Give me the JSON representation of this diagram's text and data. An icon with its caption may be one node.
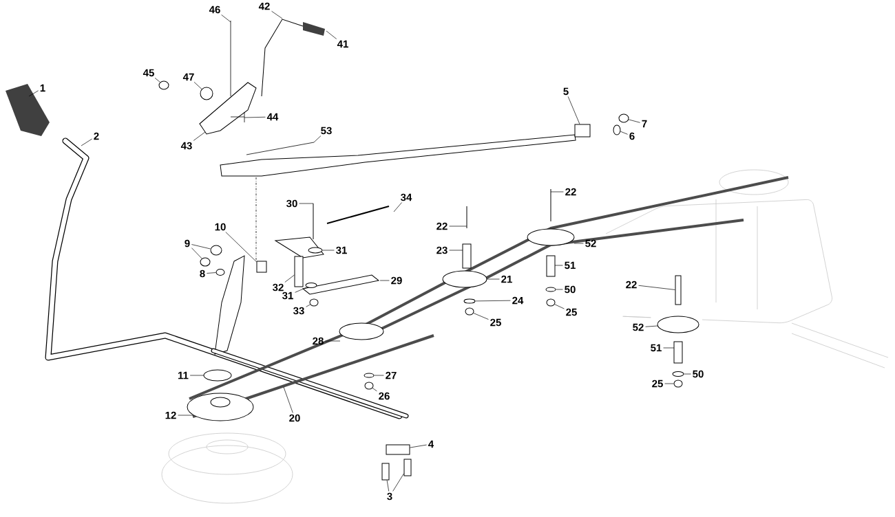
{
  "diagram": {
    "nodes": [
      {
        "text": [
          "1"
        ]
      },
      {
        "text": [
          "2"
        ]
      },
      {
        "text": [
          "46"
        ]
      },
      {
        "text": [
          "42"
        ]
      },
      {
        "text": [
          "41"
        ]
      },
      {
        "text": [
          "45"
        ]
      },
      {
        "text": [
          "47"
        ]
      },
      {
        "text": [
          "44"
        ]
      },
      {
        "text": [
          "43"
        ]
      },
      {
        "text": [
          "53"
        ]
      },
      {
        "text": [
          "5"
        ]
      },
      {
        "text": [
          "7"
        ]
      },
      {
        "text": [
          "6"
        ]
      },
      {
        "text": [
          "30"
        ]
      },
      {
        "text": [
          "34"
        ]
      },
      {
        "text": [
          "22"
        ]
      },
      {
        "text": [
          "22"
        ]
      },
      {
        "text": [
          "10"
        ]
      },
      {
        "text": [
          "9"
        ]
      },
      {
        "text": [
          "31"
        ]
      },
      {
        "text": [
          "23"
        ]
      },
      {
        "text": [
          "52"
        ]
      },
      {
        "text": [
          "51"
        ]
      },
      {
        "text": [
          "8"
        ]
      },
      {
        "text": [
          "29"
        ]
      },
      {
        "text": [
          "21"
        ]
      },
      {
        "text": [
          "32"
        ]
      },
      {
        "text": [
          "50"
        ]
      },
      {
        "text": [
          "31"
        ]
      },
      {
        "text": [
          "24"
        ]
      },
      {
        "text": [
          "22"
        ]
      },
      {
        "text": [
          "33"
        ]
      },
      {
        "text": [
          "25"
        ]
      },
      {
        "text": [
          "25"
        ]
      },
      {
        "text": [
          "28"
        ]
      },
      {
        "text": [
          "52"
        ]
      },
      {
        "text": [
          "11"
        ]
      },
      {
        "text": [
          "51"
        ]
      },
      {
        "text": [
          "27"
        ]
      },
      {
        "text": [
          "50"
        ]
      },
      {
        "text": [
          "26"
        ]
      },
      {
        "text": [
          "25"
        ]
      },
      {
        "text": [
          "12"
        ]
      },
      {
        "text": [
          "20"
        ]
      },
      {
        "text": [
          "4"
        ]
      },
      {
        "text": [
          "3"
        ]
      },
      {
        "text": [],
        "shape": "circle"
      },
      {
        "text": [],
        "shape": "circle"
      },
      {
        "text": [],
        "shape": "circle"
      },
      {
        "text": [],
        "shape": "box"
      },
      {
        "text": [],
        "shape": "circle"
      },
      {
        "text": [],
        "shape": "circle"
      },
      {
        "text": [],
        "shape": "circle"
      },
      {
        "text": [],
        "shape": "box"
      },
      {
        "text": [],
        "shape": "circle"
      },
      {
        "text": [],
        "shape": "circle"
      },
      {
        "text": [],
        "shape": "box"
      },
      {
        "text": [],
        "shape": "circle"
      },
      {
        "text": [],
        "shape": "box"
      },
      {
        "text": [],
        "shape": "circle"
      },
      {
        "text": [],
        "shape": "circle"
      },
      {
        "text": [],
        "shape": "circle"
      },
      {
        "text": [],
        "shape": "circle"
      },
      {
        "text": [],
        "shape": "circle"
      },
      {
        "text": [],
        "shape": "circle"
      },
      {
        "text": [],
        "shape": "circle"
      },
      {
        "text": [],
        "shape": "circle"
      },
      {
        "text": [],
        "shape": "circle"
      },
      {
        "text": [],
        "shape": "box"
      },
      {
        "text": [],
        "shape": "box"
      },
      {
        "text": [],
        "shape": "box"
      }
    ],
    "edges": [
      {
        "from": 0,
        "to": null,
        "arrow": "none"
      },
      {
        "from": 1,
        "to": null,
        "arrow": "none"
      },
      {
        "from": 2,
        "to": null,
        "arrow": "none"
      },
      {
        "from": 3,
        "to": null,
        "arrow": "none"
      },
      {
        "from": 4,
        "to": null,
        "arrow": "none"
      },
      {
        "from": 5,
        "to": 46,
        "arrow": "none"
      },
      {
        "from": 6,
        "to": 47,
        "arrow": "none"
      },
      {
        "from": 7,
        "to": null,
        "arrow": "none"
      },
      {
        "from": 8,
        "to": null,
        "arrow": "none"
      },
      {
        "from": 9,
        "to": null,
        "arrow": "none"
      },
      {
        "from": 10,
        "to": 49,
        "arrow": "none"
      },
      {
        "from": 11,
        "to": 48,
        "arrow": "none"
      },
      {
        "from": 12,
        "to": 50,
        "arrow": "none"
      },
      {
        "from": 13,
        "to": null,
        "arrow": "none"
      },
      {
        "from": 14,
        "to": null,
        "arrow": "none"
      },
      {
        "from": 15,
        "to": null,
        "arrow": "none"
      },
      {
        "from": 16,
        "to": null,
        "arrow": "none"
      },
      {
        "from": 17,
        "to": 53,
        "arrow": "none"
      },
      {
        "from": 18,
        "to": 52,
        "arrow": "none"
      },
      {
        "from": 18,
        "to": 54,
        "arrow": "none"
      },
      {
        "from": 19,
        "to": 51,
        "arrow": "none"
      },
      {
        "from": 20,
        "to": null,
        "arrow": "none"
      },
      {
        "from": 21,
        "to": null,
        "arrow": "none"
      },
      {
        "from": 22,
        "to": null,
        "arrow": "none"
      },
      {
        "from": 23,
        "to": 55,
        "arrow": "none"
      },
      {
        "from": 24,
        "to": null,
        "arrow": "none"
      },
      {
        "from": 25,
        "to": null,
        "arrow": "none"
      },
      {
        "from": 26,
        "to": 56,
        "arrow": "none"
      },
      {
        "from": 27,
        "to": 60,
        "arrow": "none"
      },
      {
        "from": 28,
        "to": 57,
        "arrow": "none"
      },
      {
        "from": 29,
        "to": 59,
        "arrow": "none"
      },
      {
        "from": 30,
        "to": 58,
        "arrow": "none"
      },
      {
        "from": 31,
        "to": 61,
        "arrow": "none"
      },
      {
        "from": 32,
        "to": 63,
        "arrow": "none"
      },
      {
        "from": 33,
        "to": 62,
        "arrow": "none"
      },
      {
        "from": 34,
        "to": null,
        "arrow": "none"
      },
      {
        "from": 35,
        "to": null,
        "arrow": "none"
      },
      {
        "from": 36,
        "to": null,
        "arrow": "none"
      },
      {
        "from": 37,
        "to": null,
        "arrow": "none"
      },
      {
        "from": 38,
        "to": 65,
        "arrow": "none"
      },
      {
        "from": 39,
        "to": 64,
        "arrow": "none"
      },
      {
        "from": 40,
        "to": 67,
        "arrow": "none"
      },
      {
        "from": 41,
        "to": 66,
        "arrow": "none"
      },
      {
        "from": 42,
        "to": null,
        "arrow": "none"
      },
      {
        "from": 43,
        "to": null,
        "arrow": "none"
      },
      {
        "from": 44,
        "to": 70,
        "arrow": "none"
      },
      {
        "from": 45,
        "to": 68,
        "arrow": "none"
      },
      {
        "from": 45,
        "to": 69,
        "arrow": "none"
      }
    ]
  }
}
